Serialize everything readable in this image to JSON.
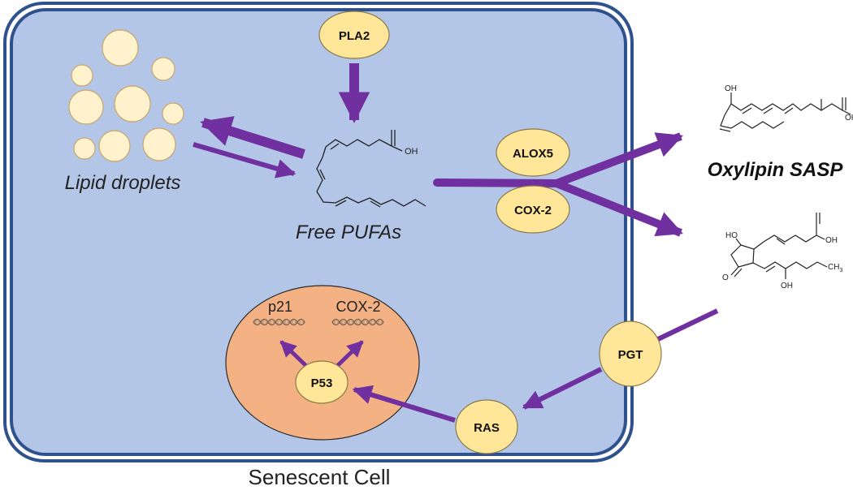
{
  "diagram": {
    "cell_label": "Senescent Cell",
    "lipid_droplets_label": "Lipid droplets",
    "free_pufas_label": "Free PUFAs",
    "oxylipin_label": "Oxylipin SASP",
    "enzymes": {
      "pla2": "PLA2",
      "alox5": "ALOX5",
      "cox2": "COX-2",
      "pgt": "PGT",
      "ras": "RAS",
      "p53": "P53"
    },
    "genes": {
      "p21": "p21",
      "cox2": "COX-2"
    },
    "molecule_labels": {
      "pufa_oh": "OH",
      "hete_oh_top": "OH",
      "hete_oh_right": "OH",
      "pg_oh_acid": "OH",
      "pg_ho": "HO",
      "pg_ch3": "CH",
      "pg_ch3_sub": "3",
      "pg_o": "O",
      "pg_oh_bottom": "OH"
    }
  },
  "colors": {
    "cell_fill": "#b3c6e7",
    "membrane": "#2f528f",
    "arrow": "#7030a0",
    "enzyme_fill": "#ffe699",
    "droplet_fill": "#fff2cc",
    "nucleus_fill": "#f4b183"
  }
}
